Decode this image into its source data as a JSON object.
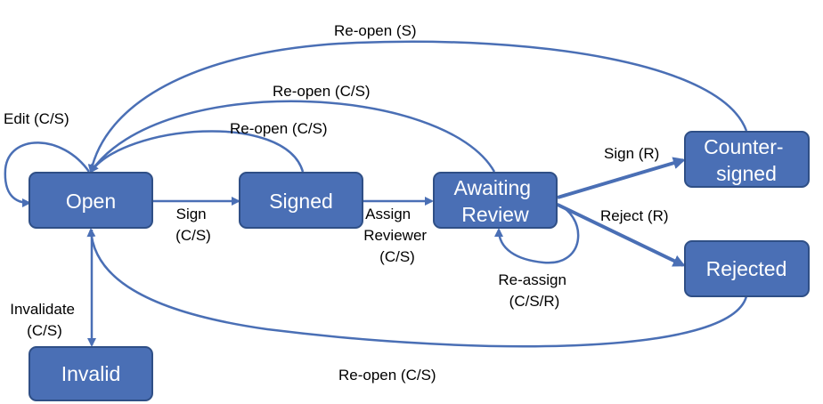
{
  "states": {
    "open": "Open",
    "signed": "Signed",
    "awaiting_review": [
      "Awaiting",
      "Review"
    ],
    "countersigned": [
      "Counter-",
      "signed"
    ],
    "rejected": "Rejected",
    "invalid": "Invalid"
  },
  "transitions": {
    "edit": "Edit (C/S)",
    "sign": [
      "Sign",
      "(C/S)"
    ],
    "assign_reviewer": [
      "Assign",
      "Reviewer",
      "(C/S)"
    ],
    "reassign": [
      "Re-assign",
      "(C/S/R)"
    ],
    "sign_reviewer": "Sign (R)",
    "reject": "Reject (R)",
    "reopen_from_signed": "Re-open (C/S)",
    "reopen_from_review": "Re-open (C/S)",
    "reopen_from_countersigned": "Re-open (S)",
    "reopen_from_rejected": "Re-open (C/S)",
    "invalidate": [
      "Invalidate",
      "(C/S)"
    ]
  },
  "colors": {
    "state_fill": "#4a6fb5",
    "state_border": "#2f4f86",
    "edge": "#4a6fb5",
    "state_text": "#ffffff",
    "label_text": "#000000"
  }
}
